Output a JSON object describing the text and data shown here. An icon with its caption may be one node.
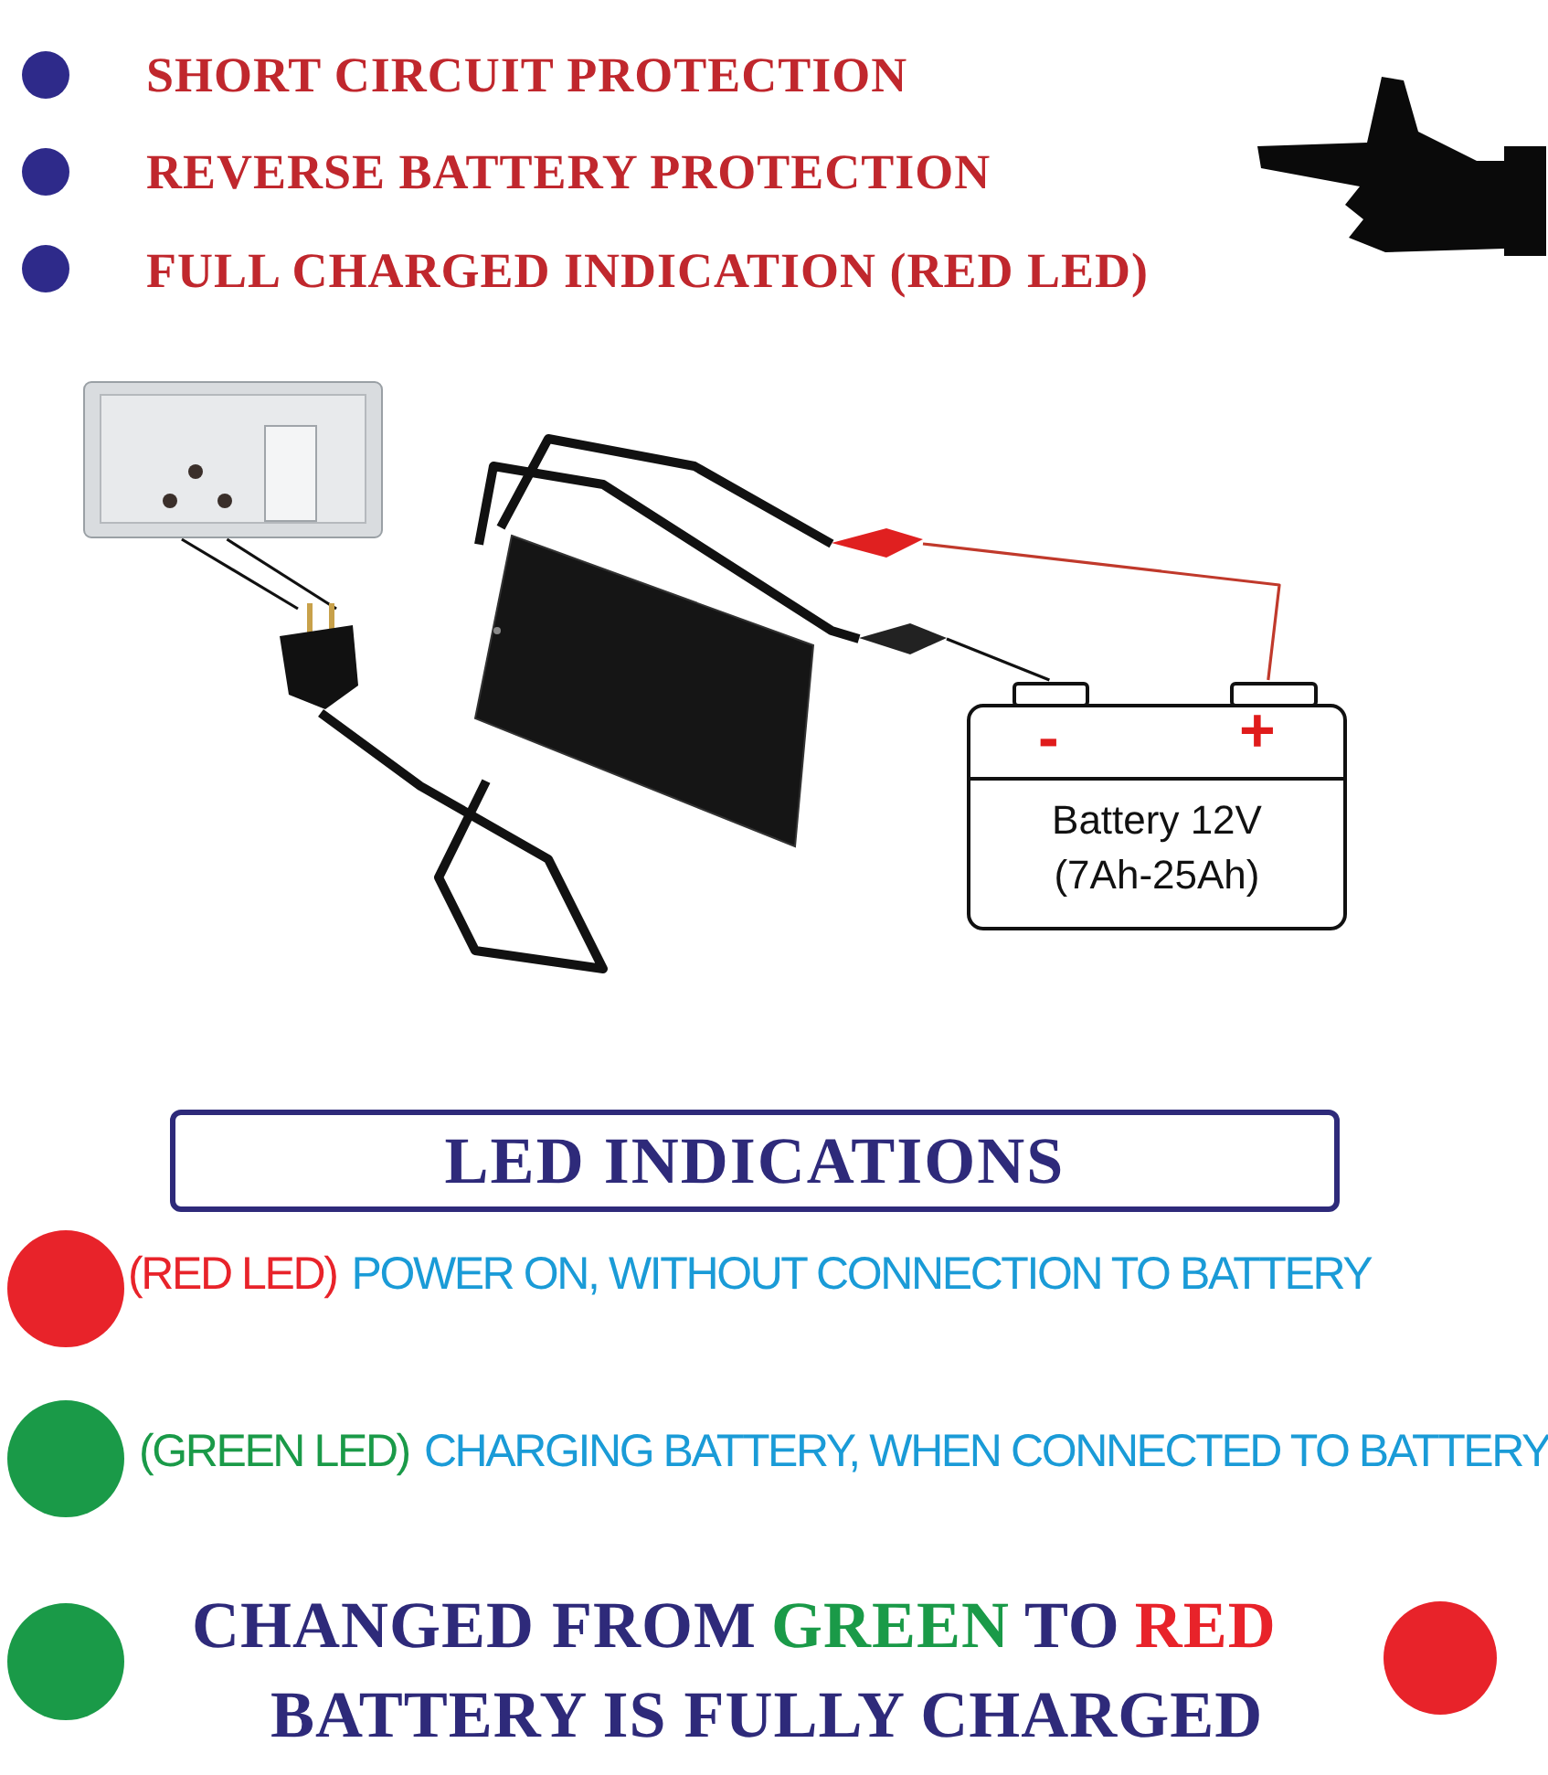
{
  "diagram": {
    "nodes": [
      {
        "text": [],
        "shape": "picture"
      },
      {
        "text": [],
        "shape": "picture"
      },
      {
        "text": [],
        "shape": "picture"
      },
      {
        "text": [],
        "shape": "picture"
      },
      {
        "text": [],
        "shape": "picture"
      },
      {
        "text": [
          "-",
          "+",
          "Battery 12V (7Ah-25Ah)"
        ]
      },
      {
        "text": [
          "LED INDICATIONS"
        ]
      }
    ],
    "edges": [
      {
        "from": 0,
        "to": 1,
        "arrow": "none"
      },
      {
        "from": 0,
        "to": 1,
        "arrow": "none"
      },
      {
        "from": 2,
        "to": 1,
        "arrow": "none",
        "style": "thick"
      },
      {
        "from": 2,
        "to": 3,
        "arrow": "none",
        "style": "thick"
      },
      {
        "from": 2,
        "to": 4,
        "arrow": "none",
        "style": "thick"
      },
      {
        "from": 3,
        "to": 5,
        "arrow": "none",
        "color": "#c0392b"
      },
      {
        "from": 4,
        "to": 5,
        "arrow": "none"
      }
    ],
    "labels": [
      "SHORT CIRCUIT PROTECTION",
      "REVERSE BATTERY PROTECTION",
      "FULL CHARGED INDICATION (RED LED)",
      "(RED LED)",
      "POWER ON, WITHOUT CONNECTION TO BATTERY",
      "(GREEN LED)",
      "CHARGING BATTERY, WHEN CONNECTED TO BATTERY",
      "CHANGED FROM",
      "GREEN",
      "TO",
      "RED",
      "BATTERY IS FULLY CHARGED"
    ]
  }
}
